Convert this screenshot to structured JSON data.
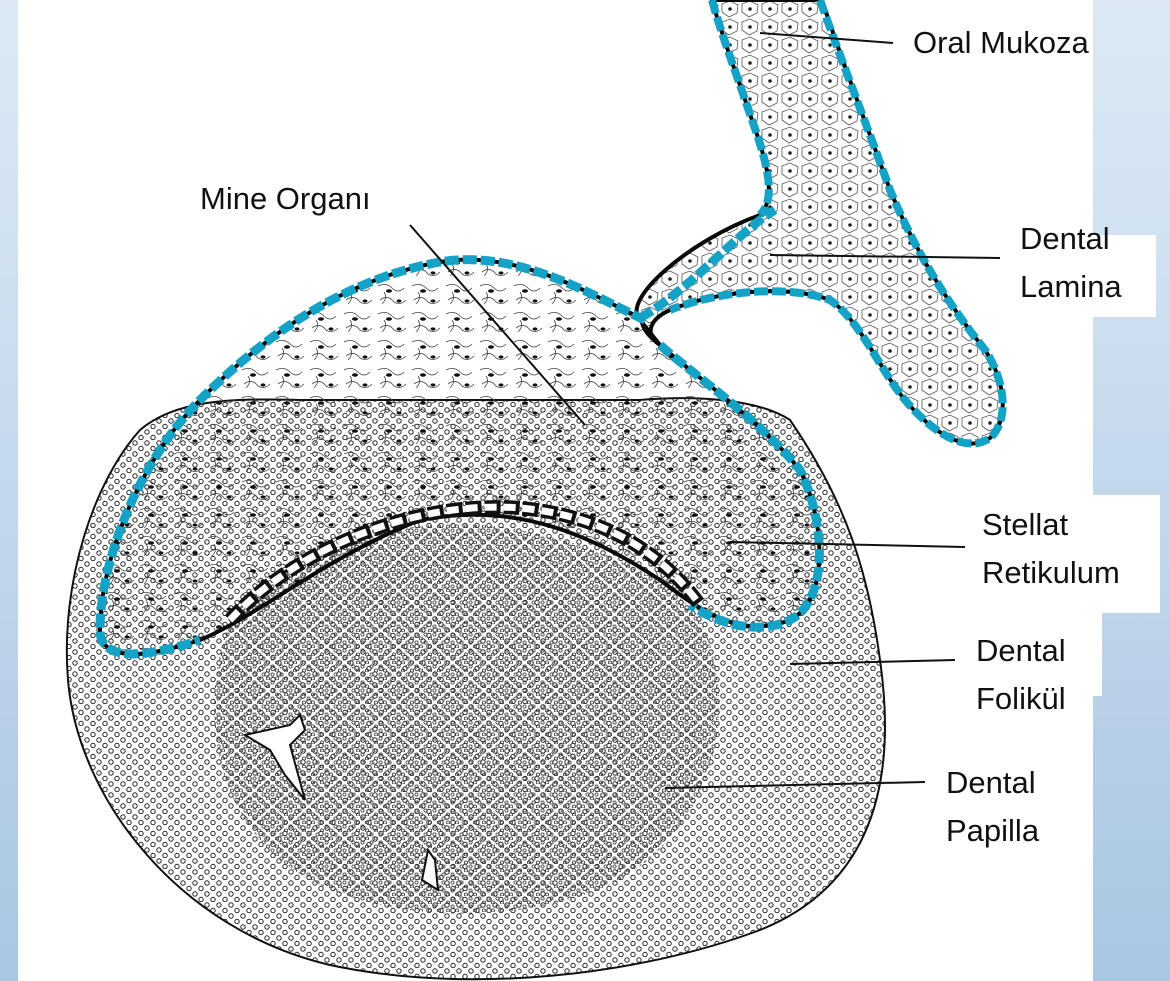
{
  "labels": {
    "oral_mukoza": "Oral Mukoza",
    "mine_organi": "Mine Organı",
    "dental_lamina_1": "Dental",
    "dental_lamina_2": "Lamina",
    "stellat_1": "Stellat",
    "stellat_2": "Retikulum",
    "folikul_1": "Dental",
    "folikul_2": "Folikül",
    "papilla_1": "Dental",
    "papilla_2": "Papilla"
  },
  "colors": {
    "epithelium": "#14a3c7",
    "outline": "#0a0a0a",
    "paper": "#ffffff",
    "slide_bg": "#bcd3ea"
  }
}
